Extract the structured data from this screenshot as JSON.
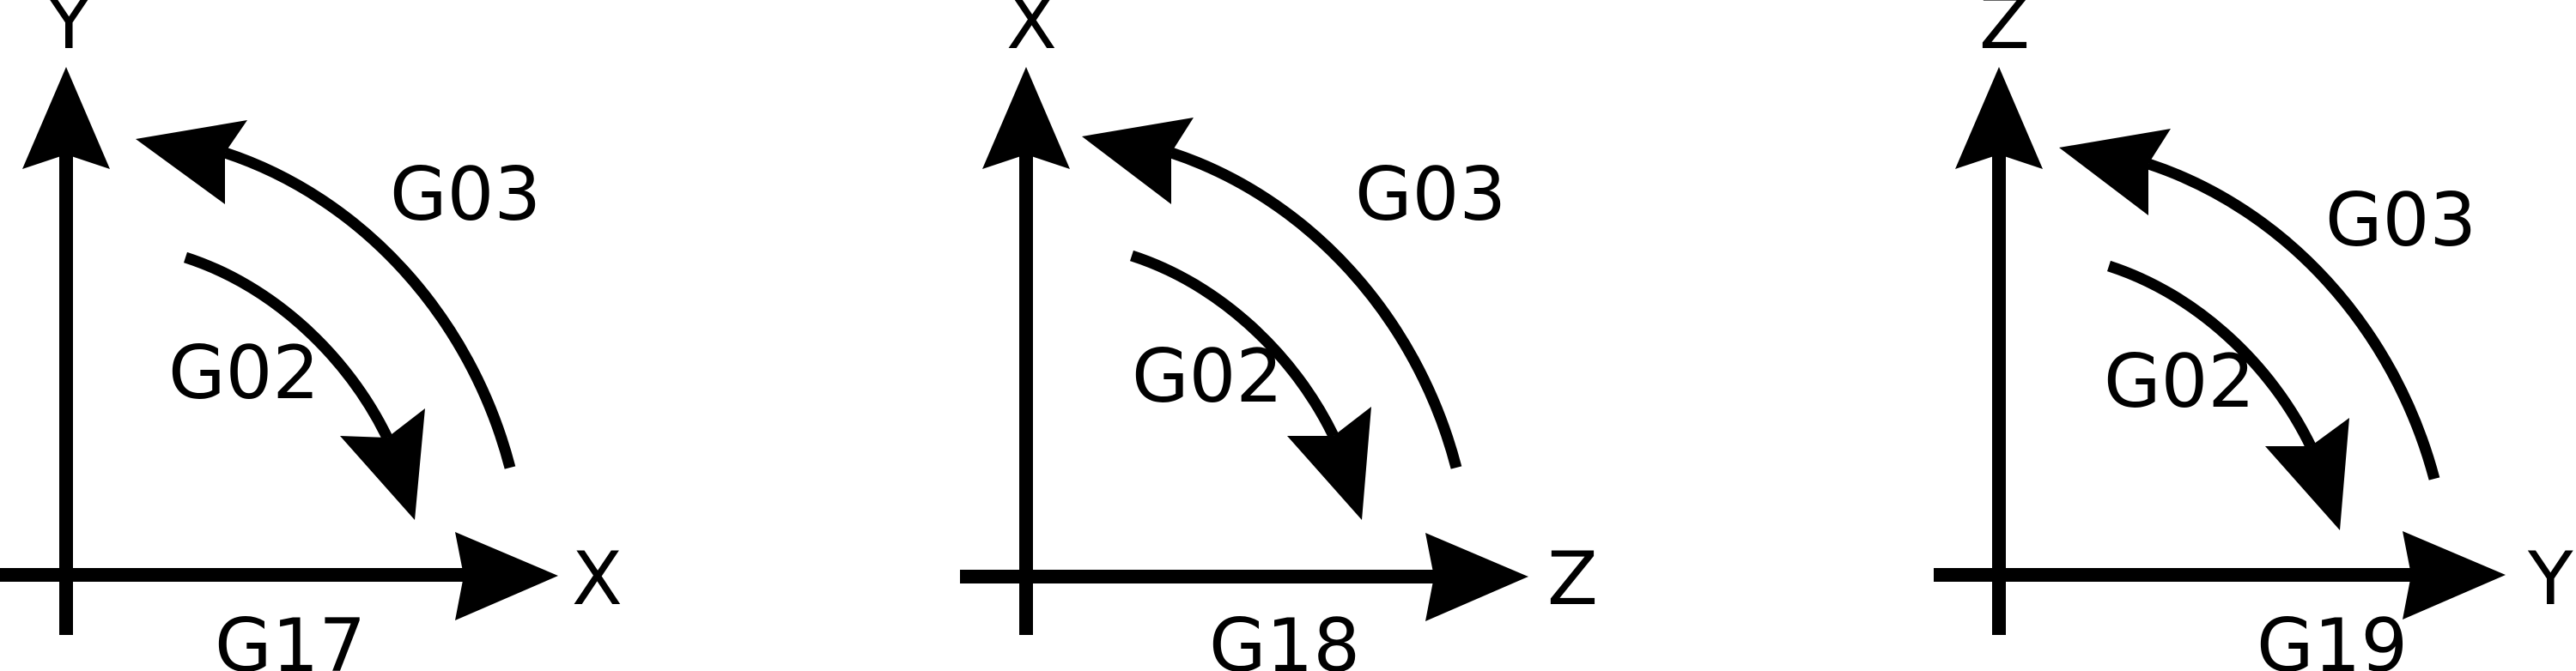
{
  "planes": [
    {
      "code": "G17",
      "vertical_axis": "Y",
      "horizontal_axis": "X",
      "ccw_label": "G03",
      "cw_label": "G02"
    },
    {
      "code": "G18",
      "vertical_axis": "X",
      "horizontal_axis": "Z",
      "ccw_label": "G03",
      "cw_label": "G02"
    },
    {
      "code": "G19",
      "vertical_axis": "Z",
      "horizontal_axis": "Y",
      "ccw_label": "G03",
      "cw_label": "G02"
    }
  ],
  "colors": {
    "ink": "#000000",
    "background": "#ffffff"
  }
}
